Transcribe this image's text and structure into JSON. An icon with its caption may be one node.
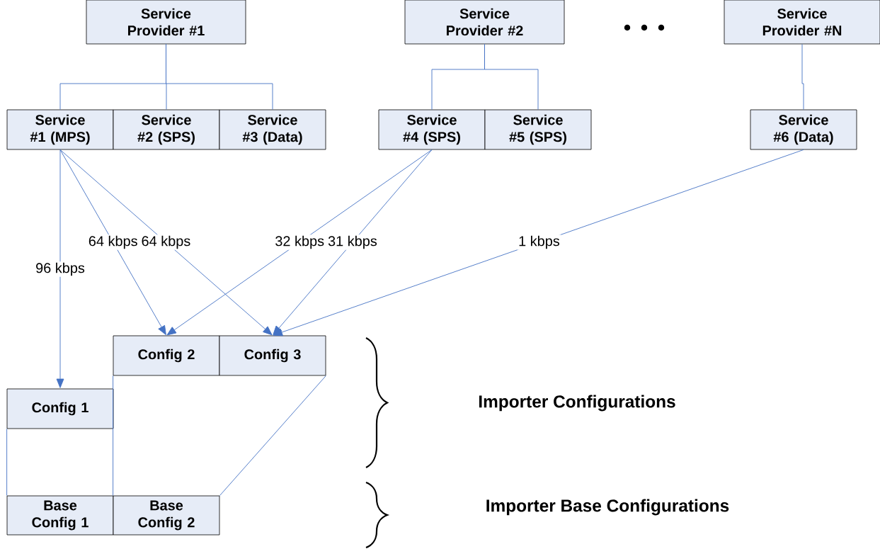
{
  "diagram": {
    "nodes": [
      {
        "text": [
          "Service Provider #1"
        ]
      },
      {
        "text": [
          "Service Provider #2"
        ]
      },
      {
        "text": [
          "Service Provider #N"
        ]
      },
      {
        "text": [
          "Service #1 (MPS)"
        ]
      },
      {
        "text": [
          "Service #2 (SPS)"
        ]
      },
      {
        "text": [
          "Service #3 (Data)"
        ]
      },
      {
        "text": [
          "Service #4 (SPS)"
        ]
      },
      {
        "text": [
          "Service #5 (SPS)"
        ]
      },
      {
        "text": [
          "Service #6 (Data)"
        ]
      },
      {
        "text": [
          "Config 2"
        ]
      },
      {
        "text": [
          "Config 3"
        ]
      },
      {
        "text": [
          "Config 1"
        ]
      },
      {
        "text": [
          "Base Config 1"
        ]
      },
      {
        "text": [
          "Base Config 2"
        ]
      }
    ],
    "edges": [
      {
        "from": 0,
        "to": 3,
        "arrow": "none"
      },
      {
        "from": 0,
        "to": 4,
        "arrow": "none"
      },
      {
        "from": 0,
        "to": 5,
        "arrow": "none"
      },
      {
        "from": 1,
        "to": 6,
        "arrow": "none"
      },
      {
        "from": 1,
        "to": 7,
        "arrow": "none"
      },
      {
        "from": 2,
        "to": 8,
        "arrow": "none"
      },
      {
        "from": 3,
        "to": 11,
        "arrow": "to",
        "label": "96 kbps"
      },
      {
        "from": 3,
        "to": 9,
        "arrow": "to",
        "label": "64 kbps"
      },
      {
        "from": 3,
        "to": 10,
        "arrow": "to",
        "label": "64 kbps"
      },
      {
        "from": 6,
        "to": 9,
        "arrow": "to",
        "label": "32 kbps"
      },
      {
        "from": 6,
        "to": 10,
        "arrow": "to",
        "label": "31 kbps"
      },
      {
        "from": 8,
        "to": 10,
        "arrow": "to",
        "label": "1 kbps"
      },
      {
        "from": 11,
        "to": 12,
        "arrow": "none"
      },
      {
        "from": 9,
        "to": 13,
        "arrow": "none"
      },
      {
        "from": 10,
        "to": 13,
        "arrow": "none"
      }
    ],
    "labels": [
      "Importer Configurations",
      "Importer Base Configurations"
    ]
  }
}
